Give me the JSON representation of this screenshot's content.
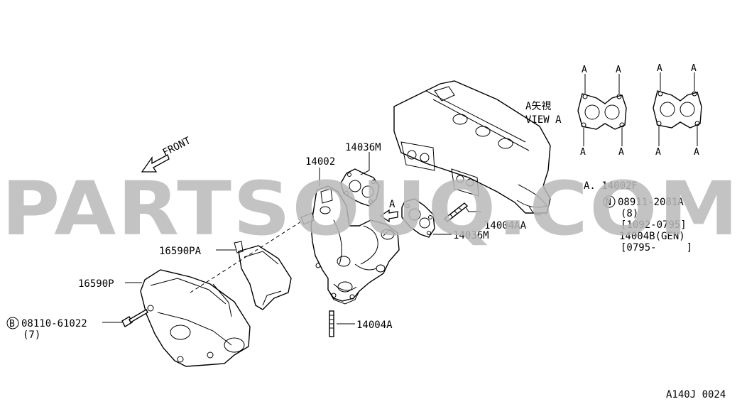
{
  "labels": {
    "front": "FRONT",
    "view_jp": "A矢視",
    "view_en": "VIEW A",
    "part_14036m_top": "14036M",
    "part_14002": "14002",
    "part_a_arrow": "A",
    "part_14004aa": "14004AA",
    "part_14036m_bottom": "14036M",
    "part_16590pa": "16590PA",
    "part_16590p": "16590P",
    "part_14004a": "14004A",
    "part_14002f": "A. 14002F",
    "bolt_b_symbol": "B",
    "bolt_b_number": "08110-61022",
    "bolt_b_qty": "(7)",
    "nut_n_symbol": "N",
    "nut_n_number": "08911-2081A",
    "nut_n_qty": "(8)",
    "nut_n_dates": "[1092-0795]",
    "stud_gen": "14004B(GEN)",
    "stud_dates": "[0795-     ]",
    "gasket_point": "A",
    "figure_code": "A140J 0024"
  },
  "watermark": "PARTSOUQ.COM",
  "colors": {
    "line": "#000000",
    "watermark": "#b9b9b9",
    "background": "#ffffff"
  }
}
